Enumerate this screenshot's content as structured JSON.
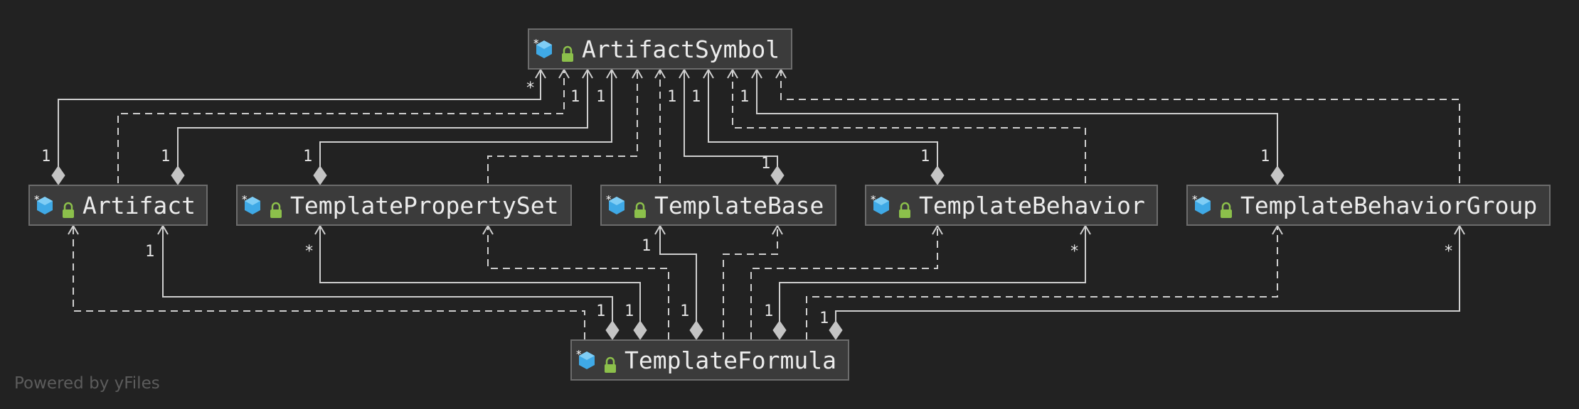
{
  "nodes": {
    "artifact_symbol": "ArtifactSymbol",
    "artifact": "Artifact",
    "template_property_set": "TemplatePropertySet",
    "template_base": "TemplateBase",
    "template_behavior": "TemplateBehavior",
    "template_behavior_group": "TemplateBehaviorGroup",
    "template_formula": "TemplateFormula"
  },
  "multiplicities": {
    "one": "1",
    "many": "*"
  },
  "watermark": "Powered by yFiles",
  "colors": {
    "background": "#222222",
    "node_fill": "#3b3b3b",
    "node_border": "#6c6c6c",
    "edge": "#cfcfcf",
    "class_icon": "#3fa9e6",
    "lock_icon": "#8cc04b"
  }
}
